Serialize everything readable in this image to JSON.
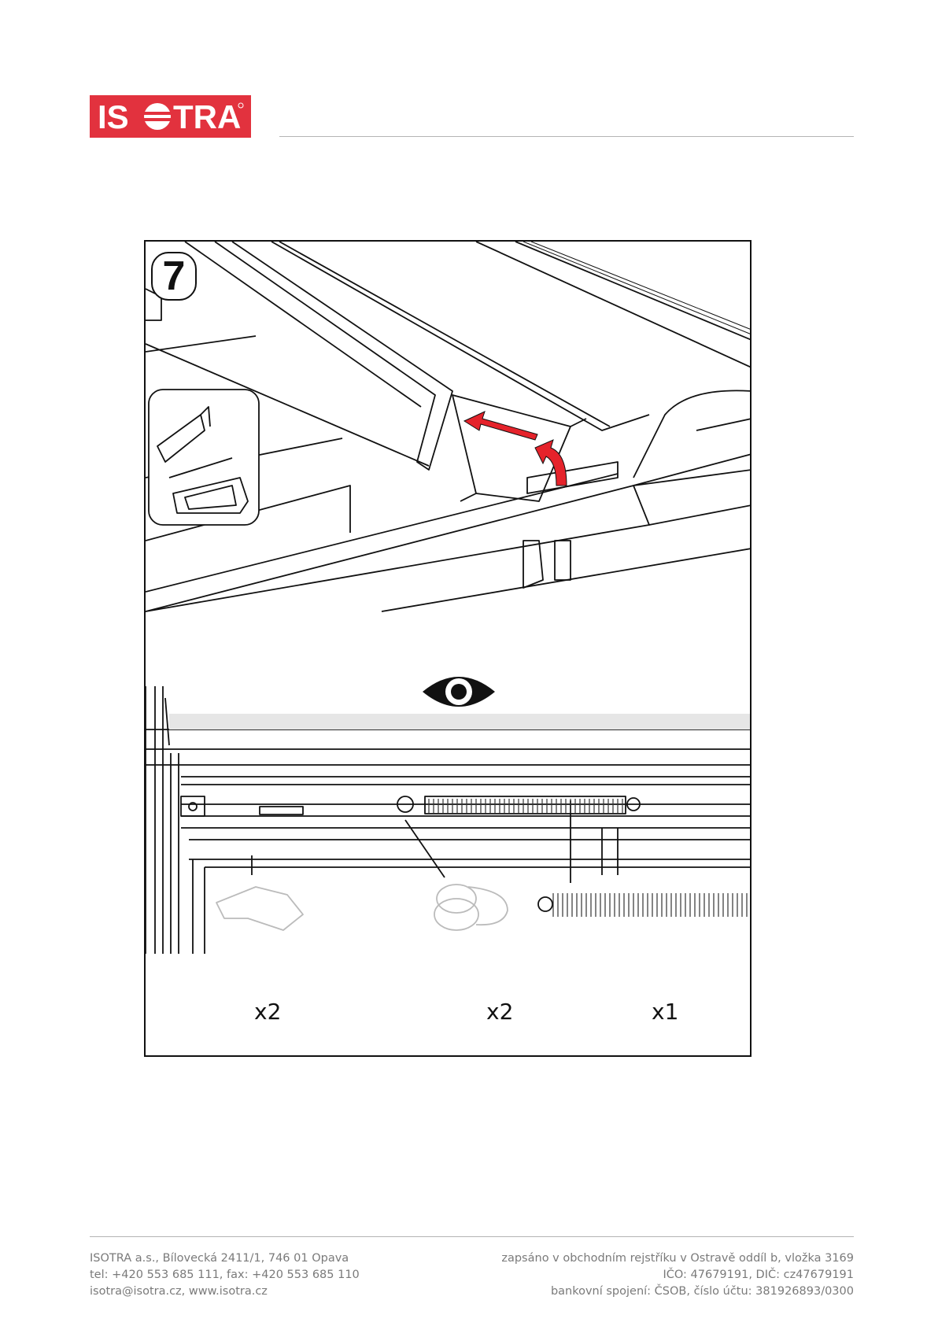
{
  "brand": {
    "logo_text": "ISOTRA",
    "color": "#e2323e"
  },
  "figure": {
    "step_number": "7",
    "eye_icon": "eye-icon",
    "arrow_color": "#e5232b",
    "parts": [
      {
        "name": "bracket",
        "qty": "x2"
      },
      {
        "name": "pulley",
        "qty": "x2"
      },
      {
        "name": "spring",
        "qty": "x1"
      }
    ]
  },
  "footer": {
    "left": [
      "ISOTRA a.s., Bílovecká 2411/1, 746 01 Opava",
      "tel: +420 553 685 111, fax: +420 553 685 110",
      "isotra@isotra.cz, www.isotra.cz"
    ],
    "right": [
      "zapsáno v obchodním rejstříku v Ostravě oddíl b, vložka 3169",
      "IČO: 47679191, DIČ: cz47679191",
      "bankovní spojení: ČSOB, číslo účtu: 381926893/0300"
    ]
  }
}
